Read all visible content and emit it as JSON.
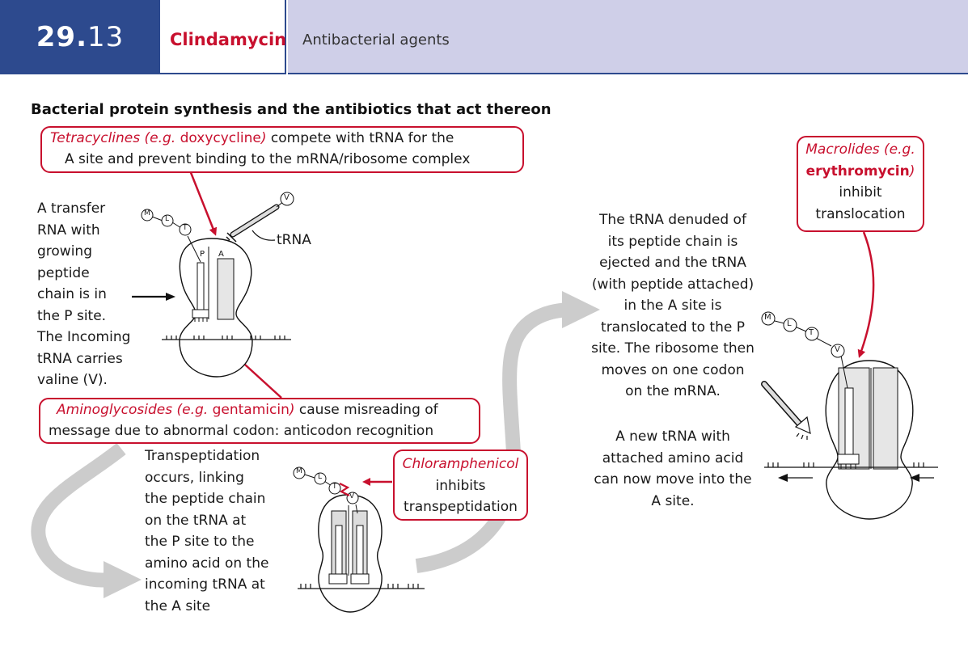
{
  "header": {
    "chapter_bold": "29.",
    "chapter_rest": "13",
    "title": "Clindamycin",
    "subtitle": "Antibacterial agents"
  },
  "section_title": "Bacterial protein synthesis and the antibiotics that act thereon",
  "tetracyclines": {
    "drug": "Tetracyclines (e.g.",
    "example": "doxycycline",
    "close": ")",
    "text1": " compete with tRNA for the",
    "text2": "A site and prevent binding to the mRNA/ribosome complex"
  },
  "aminoglycosides": {
    "drug": "Aminoglycosides (e.g.",
    "example": "gentamicin",
    "close": ")",
    "text1": " cause misreading of",
    "text2": "message due to abnormal codon: anticodon recognition"
  },
  "chloramphenicol": {
    "drug": "Chloramphenicol",
    "line2": "inhibits",
    "line3": "transpeptidation"
  },
  "macrolides": {
    "drug": "Macrolides (e.g.",
    "example": "erythromycin",
    "close": ")",
    "line3": "inhibit",
    "line4": "translocation"
  },
  "step1_text": [
    "A transfer",
    "RNA with",
    "growing",
    "peptide",
    "chain is in",
    "the P site.",
    "The Incoming",
    "tRNA carries",
    "valine (V)."
  ],
  "step2_text": [
    "Transpeptidation",
    "occurs, linking",
    "the peptide chain",
    "on the tRNA at",
    "the P site to the",
    "amino acid on the",
    "incoming tRNA at",
    "the A site"
  ],
  "step3_text": [
    "The tRNA denuded of",
    "its peptide chain is",
    "ejected and the tRNA",
    "(with peptide attached)",
    "in the A site is",
    "translocated to the P",
    "site.  The ribosome then",
    "moves on one codon",
    "on the mRNA."
  ],
  "step4_text": [
    "A new tRNA with",
    "attached amino acid",
    "can now move into the",
    "A site."
  ],
  "labels": {
    "trna": "tRNA",
    "p_site": "P",
    "a_site": "A",
    "aa_m": "M",
    "aa_l": "L",
    "aa_t": "T",
    "aa_v": "V"
  },
  "colors": {
    "header_blue": "#2d4a8e",
    "header_lavender": "#cfcfe8",
    "drug_red": "#c8102e",
    "flow_arrow_grey": "#cccccc"
  }
}
